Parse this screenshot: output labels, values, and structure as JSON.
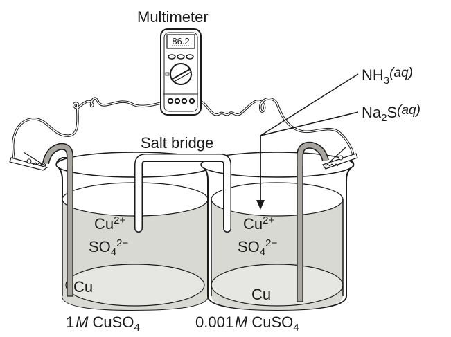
{
  "title": "Multimeter",
  "multimeter": {
    "reading": "86.2"
  },
  "salt_bridge": "Salt bridge",
  "reagents": {
    "nh3": {
      "base": "NH",
      "sub": "3",
      "state": "(aq)"
    },
    "na2s": {
      "base": "Na",
      "sub": "2",
      "rest": "S",
      "state": "(aq)"
    }
  },
  "left_beaker": {
    "cation": {
      "base": "Cu",
      "sup": "2+"
    },
    "anion": {
      "base": "SO",
      "sub": "4",
      "sup": "2−"
    },
    "electrode": "Cu",
    "caption": {
      "conc": "1",
      "unit": "M",
      "salt": "CuSO",
      "sub": "4"
    }
  },
  "right_beaker": {
    "cation": {
      "base": "Cu",
      "sup": "2+"
    },
    "anion": {
      "base": "SO",
      "sub": "4",
      "sup": "2−"
    },
    "electrode": "Cu",
    "caption": {
      "conc": "0.001",
      "unit": "M",
      "salt": "CuSO",
      "sub": "4"
    }
  },
  "colors": {
    "solution": "#d9d9d4",
    "electrode": "#a7a59d",
    "line": "#1a1a1a"
  }
}
